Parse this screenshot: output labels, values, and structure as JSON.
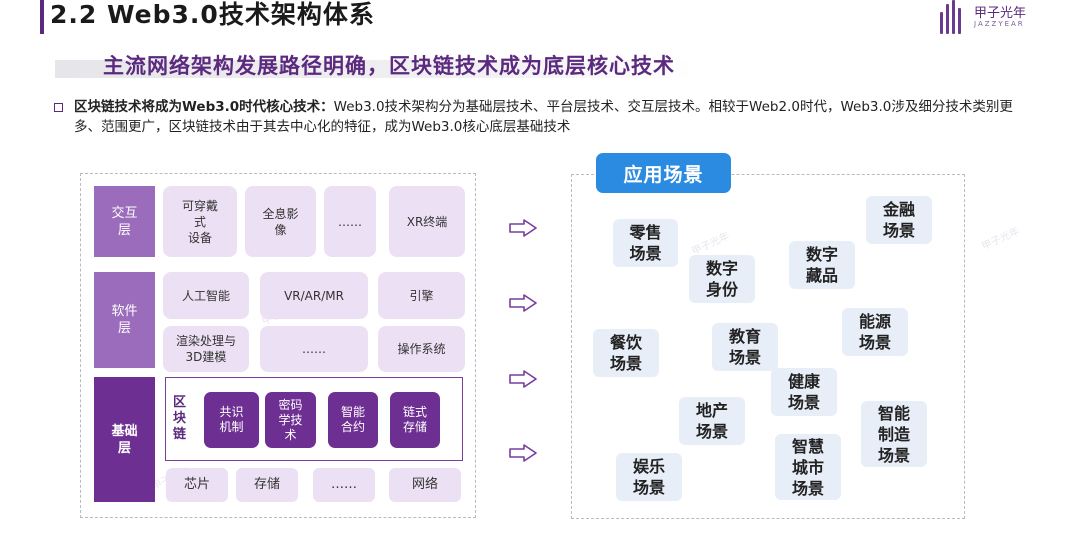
{
  "header": {
    "title": "2.2 Web3.0技术架构体系",
    "logo_cn": "甲子光年",
    "logo_en": "JAZZYEAR"
  },
  "subtitle": "主流网络架构发展路径明确，区块链技术成为底层核心技术",
  "intro": {
    "lead": "区块链技术将成为Web3.0时代核心技术：",
    "body": "Web3.0技术架构分为基础层技术、平台层技术、交互层技术。相较于Web2.0时代，Web3.0涉及细分技术类别更多、范围更广，区块链技术由于其去中心化的特征，成为Web3.0核心底层基础技术"
  },
  "architecture": {
    "interaction": {
      "label": "交互\n层",
      "items": [
        "可穿戴\n式\n设备",
        "全息影\n像",
        "……",
        "XR终端"
      ]
    },
    "software": {
      "label": "软件\n层",
      "row1": [
        "人工智能",
        "VR/AR/MR",
        "引擎"
      ],
      "row2": [
        "渲染处理与\n3D建模",
        "……",
        "操作系统"
      ]
    },
    "base": {
      "label": "基础\n层",
      "chain_label": "区\n块\n链",
      "chain_items": [
        "共识\n机制",
        "密码\n学技\n术",
        "智能\n合约",
        "链式\n存储"
      ],
      "bottom": [
        "芯片",
        "存储",
        "……",
        "网络"
      ]
    }
  },
  "applications": {
    "title": "应用场景",
    "scenes": [
      "零售\n场景",
      "金融\n场景",
      "数字\n身份",
      "数字\n藏品",
      "餐饮\n场景",
      "教育\n场景",
      "能源\n场景",
      "健康\n场景",
      "地产\n场景",
      "智能\n制造\n场景",
      "娱乐\n场景",
      "智慧\n城市\n场景"
    ]
  },
  "colors": {
    "brand_purple": "#5b2a7e",
    "layer_purple": "#9b6cbc",
    "base_purple": "#6e2f93",
    "cell_lilac": "#ece1f4",
    "app_blue": "#2b8be0",
    "scene_bg": "#e8eef7"
  },
  "watermark": "甲子光年"
}
